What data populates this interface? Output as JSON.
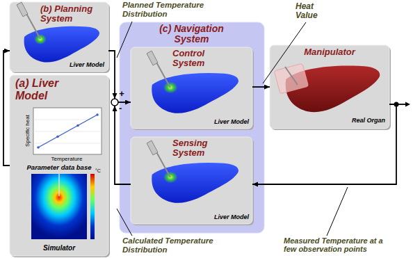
{
  "diagram": {
    "nodes": [
      {
        "text": [
          "(b) Planning System",
          "Liver Model"
        ]
      },
      {
        "text": [
          "(a) Liver Model",
          "Parameter data base",
          "Simulator"
        ]
      },
      {
        "text": [
          "(c) Navigation System"
        ]
      },
      {
        "text": [
          "Control System",
          "Liver Model"
        ],
        "in": 2
      },
      {
        "text": [
          "Sensing System",
          "Liver Model"
        ],
        "in": 2
      },
      {
        "text": [
          "Manipulator",
          "Real Organ"
        ]
      },
      {
        "text": [
          "+",
          "-"
        ]
      }
    ],
    "edges": [
      {
        "from": 1,
        "to": 0,
        "arrow": "to"
      },
      {
        "from": 0,
        "to": 6,
        "label": "Planned Temperature Distribution",
        "arrow": "to"
      },
      {
        "from": 6,
        "to": 3,
        "arrow": "to"
      },
      {
        "from": 3,
        "to": 5,
        "label": "Heat Value",
        "arrow": "to"
      },
      {
        "from": 5,
        "to": 4,
        "label": "Measured Temperature at a few observation points",
        "arrow": "to"
      },
      {
        "from": 4,
        "to": 6,
        "label": "Calculated Temperature Distribution",
        "arrow": "to"
      }
    ],
    "labels": [
      "Specific heat",
      "Temperature",
      "°C"
    ]
  }
}
